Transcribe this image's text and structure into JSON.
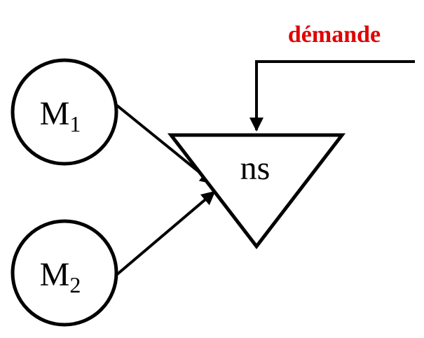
{
  "nodes": {
    "m1": {
      "letter": "M",
      "subscript": "1"
    },
    "m2": {
      "letter": "M",
      "subscript": "2"
    },
    "ns": {
      "label": "ns"
    }
  },
  "demand": {
    "label": "démande",
    "color": "#e00000"
  }
}
